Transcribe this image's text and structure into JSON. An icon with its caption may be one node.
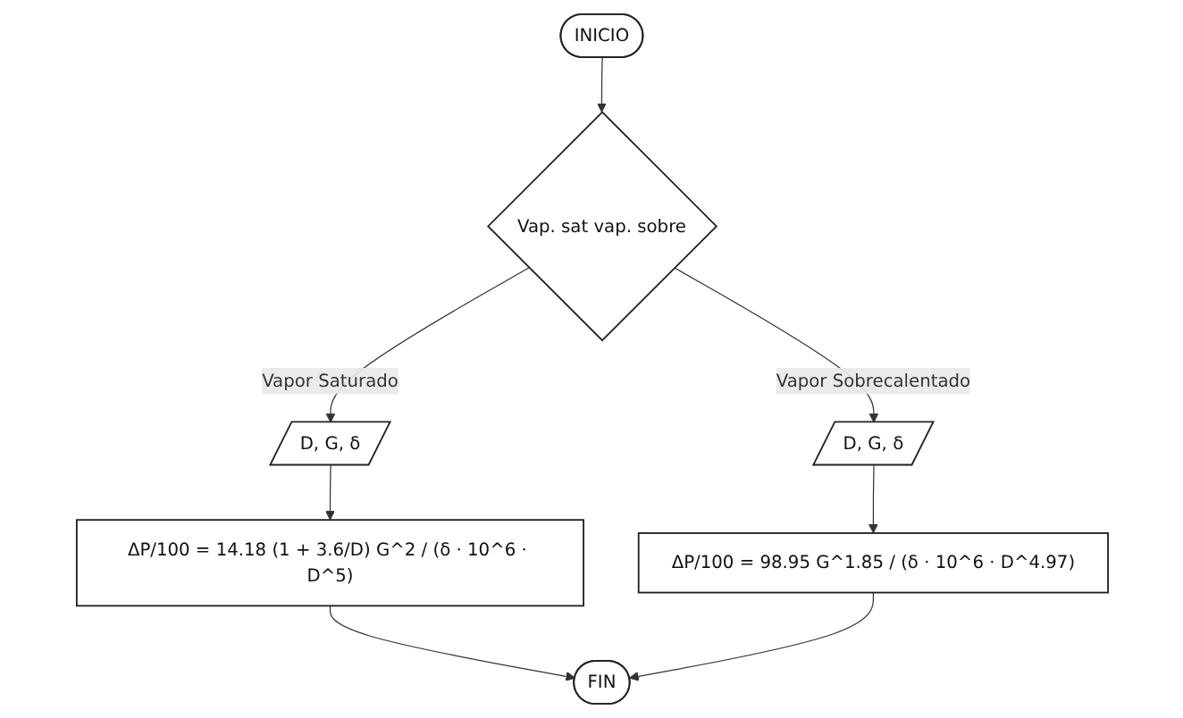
{
  "diagram": {
    "nodes": [
      {
        "text": [
          "INICIO"
        ]
      },
      {
        "text": [
          "Vap. sat vap. sobre"
        ]
      },
      {
        "text": [
          "D, G, δ"
        ]
      },
      {
        "text": [
          "ΔP/100 = 14.18 (1 + 3.6/D) G^2 / (δ · 10^6 · D^5)"
        ]
      },
      {
        "text": [
          "D, G, δ"
        ]
      },
      {
        "text": [
          "ΔP/100 = 98.95 G^1.85 / (δ · 10^6 · D^4.97)"
        ]
      },
      {
        "text": [
          "FIN"
        ]
      }
    ],
    "edges": [
      {
        "from": 0,
        "to": 1,
        "arrow": "to"
      },
      {
        "from": 1,
        "to": 2,
        "arrow": "to",
        "label": "Vapor Saturado"
      },
      {
        "from": 1,
        "to": 4,
        "arrow": "to",
        "label": "Vapor Sobrecalentado"
      },
      {
        "from": 2,
        "to": 3,
        "arrow": "to"
      },
      {
        "from": 4,
        "to": 5,
        "arrow": "to"
      },
      {
        "from": 3,
        "to": 6,
        "arrow": "to"
      },
      {
        "from": 5,
        "to": 6,
        "arrow": "to"
      }
    ]
  }
}
